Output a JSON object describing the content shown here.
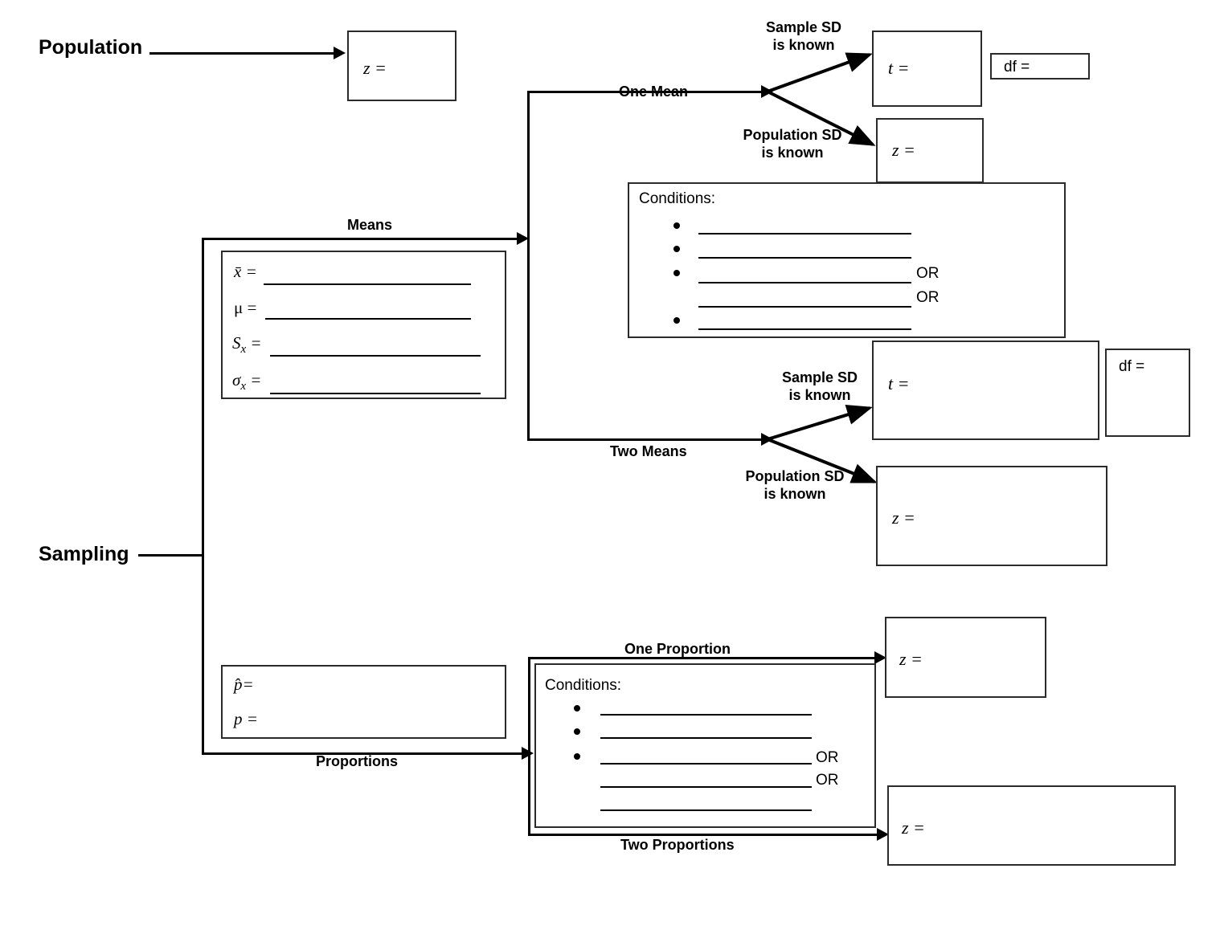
{
  "diagram": {
    "title_population": "Population",
    "title_sampling": "Sampling",
    "branch_labels": {
      "means": "Means",
      "proportions": "Proportions",
      "one_mean": "One Mean",
      "two_means": "Two Means",
      "one_proportion": "One Proportion",
      "two_proportions": "Two Proportions",
      "sample_sd_known": "Sample SD\nis known",
      "population_sd_known": "Population SD\nis known"
    },
    "population_box": {
      "formula": "z ="
    },
    "means_stats_box": {
      "rows": [
        {
          "symbol": "x̄ ="
        },
        {
          "symbol": "μ ="
        },
        {
          "symbol": "S",
          "sub": "x",
          "eq": " ="
        },
        {
          "symbol": "σ",
          "sub": "x",
          "eq": " ="
        }
      ]
    },
    "proportions_stats_box": {
      "rows": [
        {
          "symbol": "p̂="
        },
        {
          "symbol": "p ="
        }
      ]
    },
    "one_mean": {
      "sample_sd_box": {
        "formula": "t ="
      },
      "df_box": {
        "formula": "df ="
      },
      "population_sd_box": {
        "formula": "z ="
      }
    },
    "two_means": {
      "sample_sd_box": {
        "formula": "t ="
      },
      "df_box": {
        "formula": "df ="
      },
      "population_sd_box": {
        "formula": "z ="
      }
    },
    "proportions_results": {
      "one_proportion_box": {
        "formula": "z ="
      },
      "two_proportions_box": {
        "formula": "z ="
      }
    },
    "conditions_means": {
      "title": "Conditions:",
      "bullets": 4,
      "blank_lines": 5,
      "or_labels": [
        "OR",
        "OR"
      ]
    },
    "conditions_proportions": {
      "title": "Conditions:",
      "bullets": 3,
      "blank_lines": 5,
      "or_labels": [
        "OR",
        "OR"
      ]
    },
    "colors": {
      "stroke": "#000000",
      "box_border": "#2b2b2b",
      "background": "#ffffff"
    }
  }
}
